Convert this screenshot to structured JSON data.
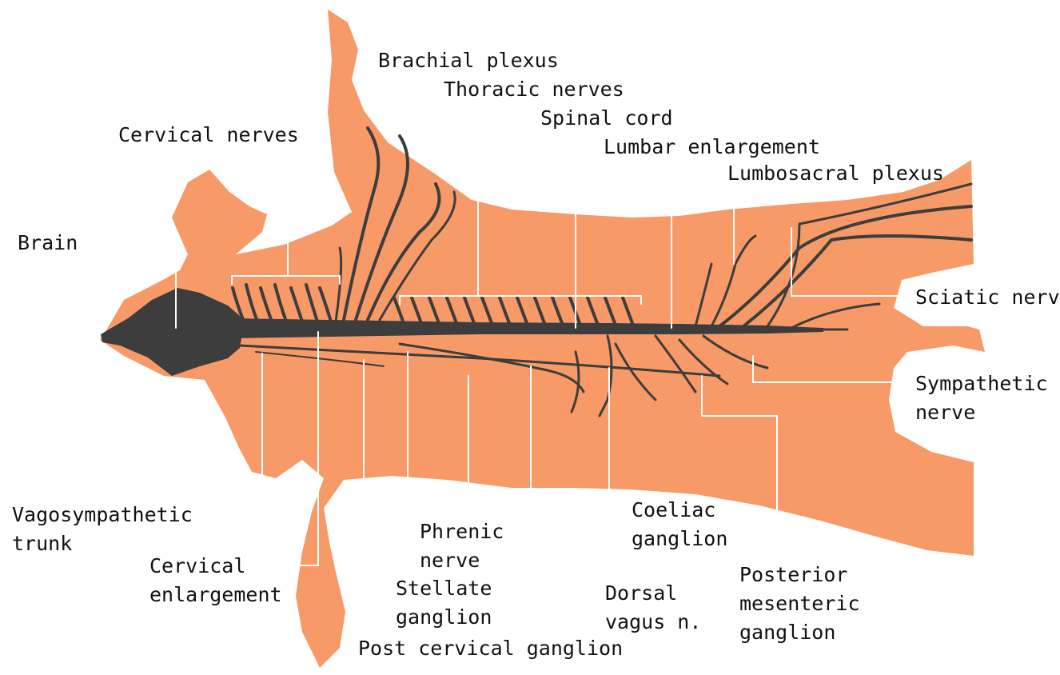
{
  "colors": {
    "body": "#F79A67",
    "nerves": "#3d3d3d",
    "leader_lines": "#ffffff",
    "text": "#111111",
    "background": "#ffffff"
  },
  "labels": {
    "brachial_plexus": "Brachial plexus",
    "thoracic_nerves": "Thoracic nerves",
    "spinal_cord": "Spinal cord",
    "cervical_nerves": "Cervical nerves",
    "lumbar_enlargement": "Lumbar enlargement",
    "lumbosacral_plexus": "Lumbosacral plexus",
    "brain": "Brain",
    "sciatic_nerve": "Sciatic nerve",
    "sympathetic_nerve": [
      "Sympathetic",
      "nerve"
    ],
    "vagosympathetic_trunk": [
      "Vagosympathetic",
      "trunk"
    ],
    "cervical_enlargement": [
      "Cervical",
      "enlargement"
    ],
    "phrenic_nerve": [
      "Phrenic",
      "nerve"
    ],
    "stellate_ganglion": [
      "Stellate",
      "ganglion"
    ],
    "post_cervical_ganglion": "Post cervical ganglion",
    "coeliac_ganglion": [
      "Coeliac",
      "ganglion"
    ],
    "dorsal_vagus": [
      "Dorsal",
      "vagus n."
    ],
    "posterior_mesenteric_ganglion": [
      "Posterior",
      "mesenteric",
      "ganglion"
    ]
  }
}
